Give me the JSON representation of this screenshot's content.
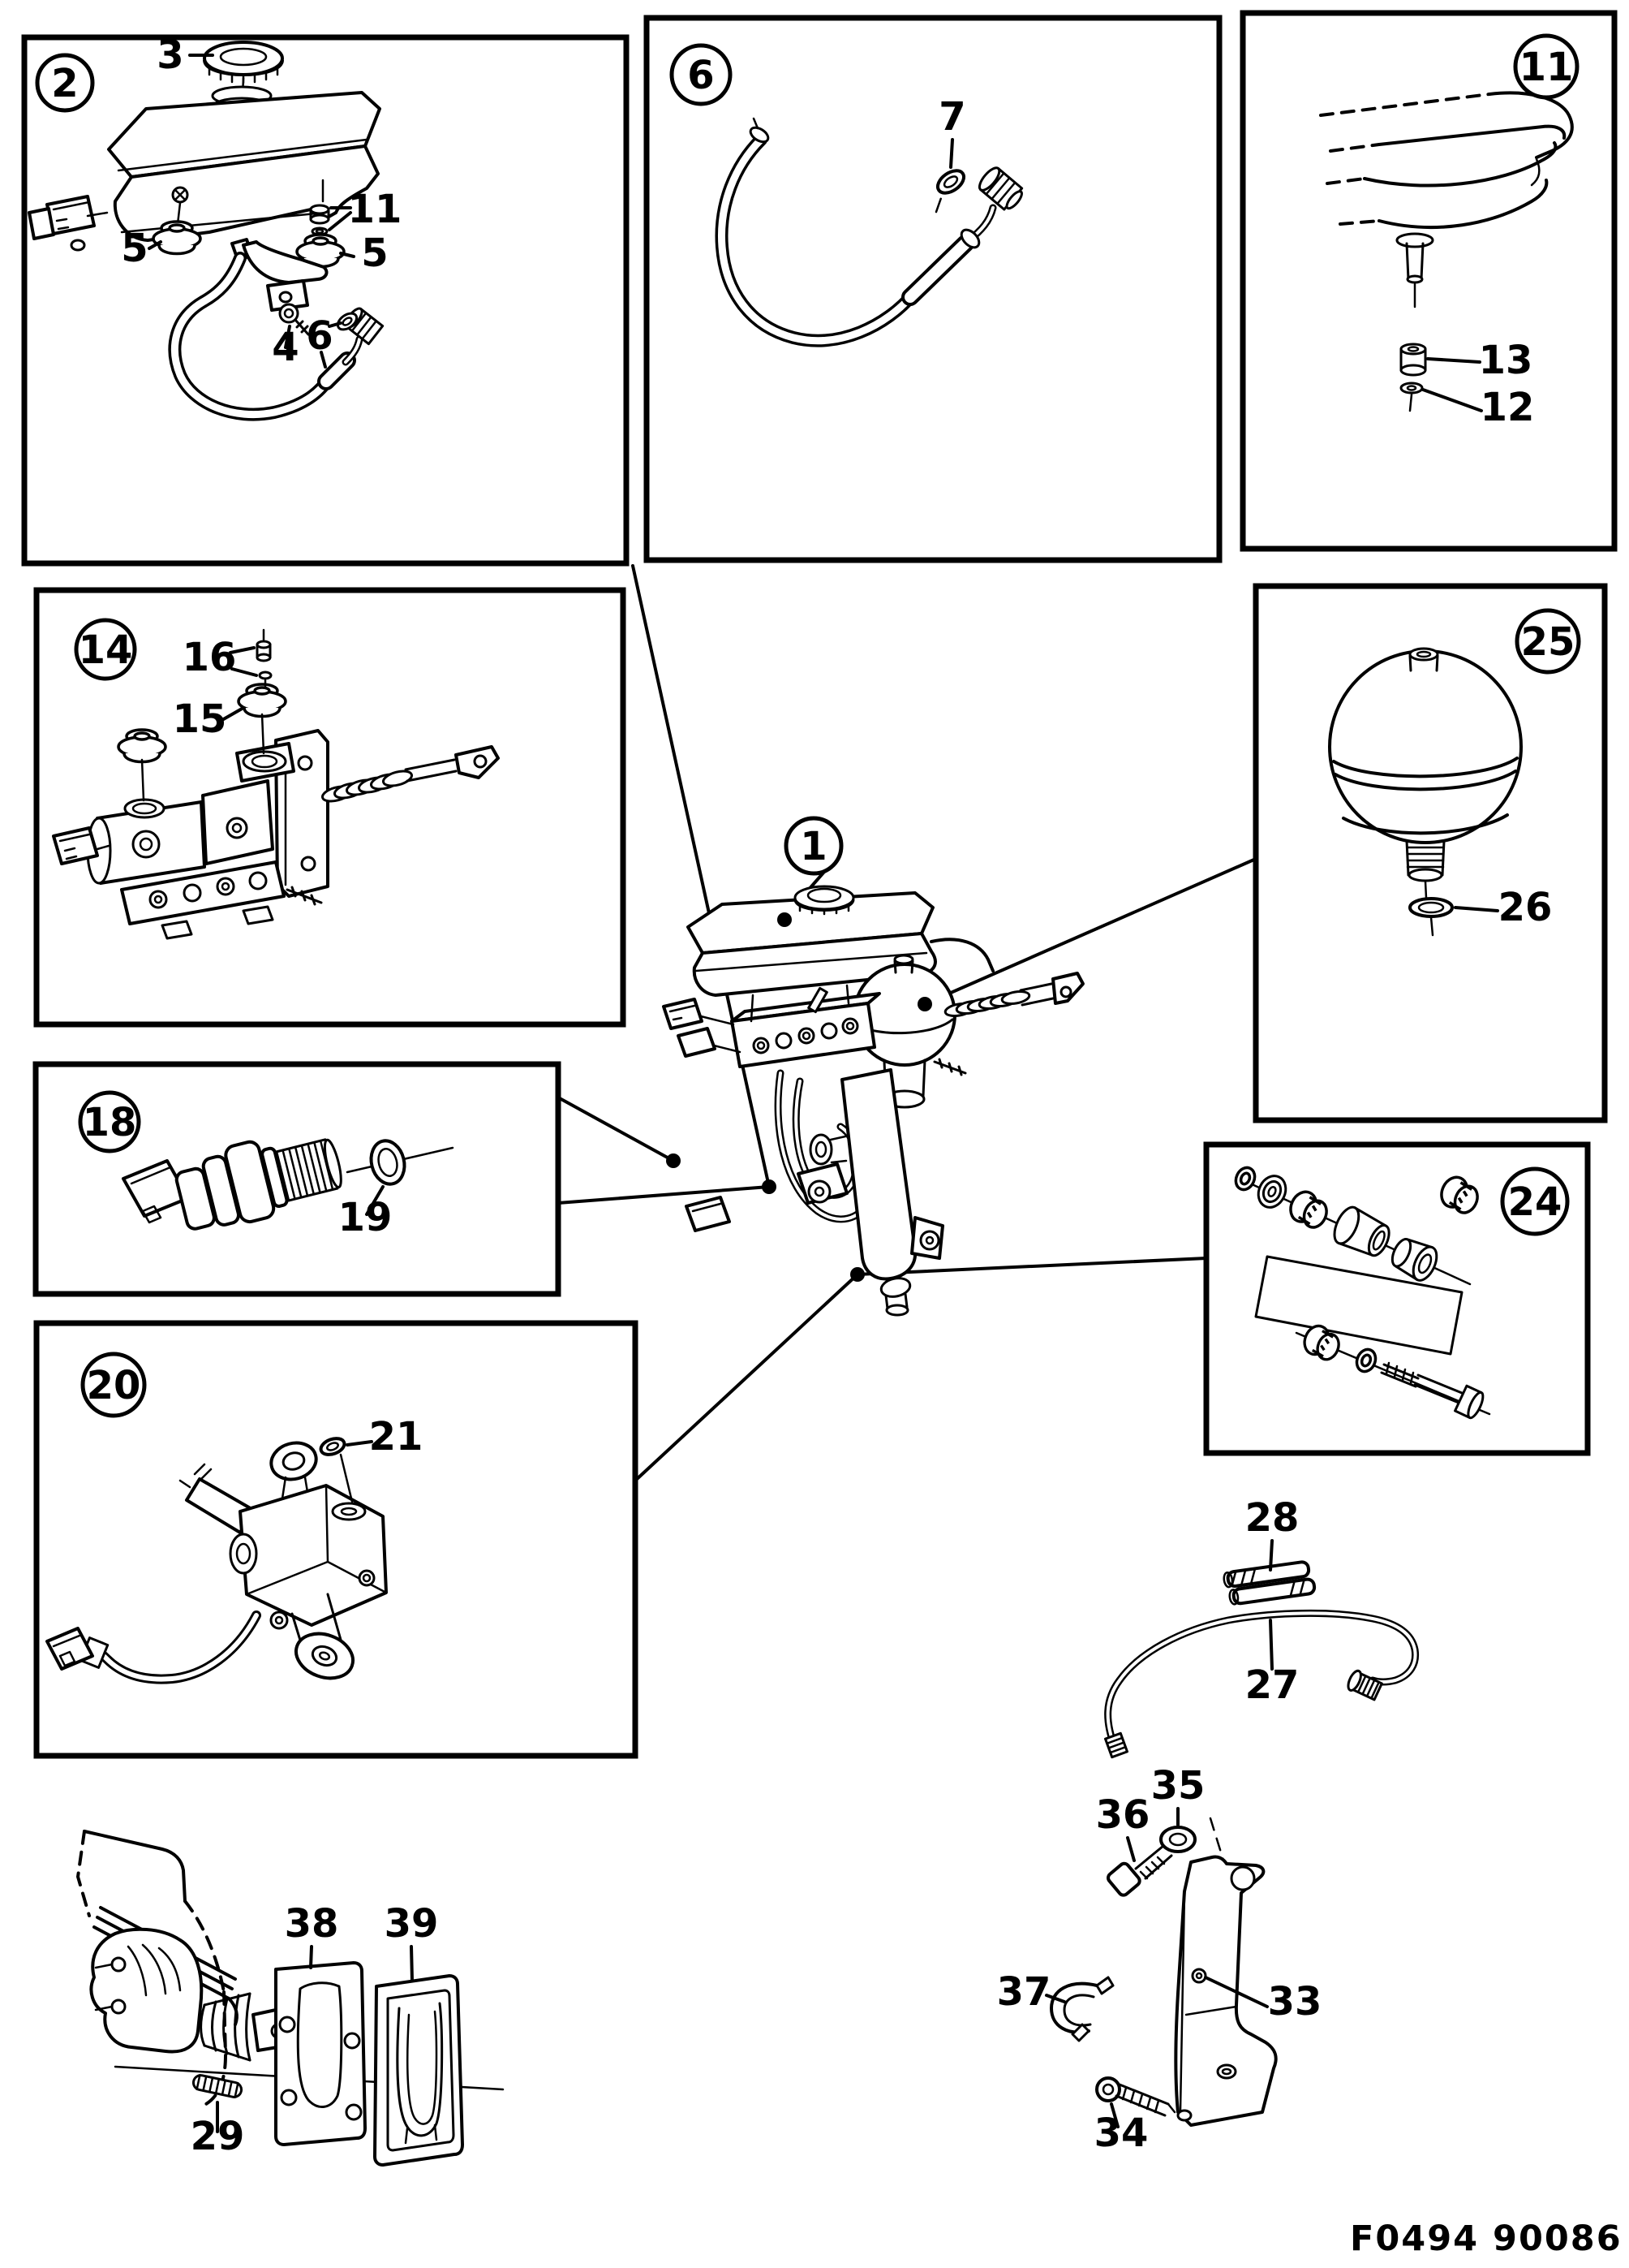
{
  "figure_code": "F0494 90086",
  "diagram": {
    "type": "exploded-parts-diagram",
    "subject": "Brake master cylinder and hydraulic unit with reservoir, accumulator, hoses and mounting parts",
    "main_assembly": {
      "number": "1"
    },
    "panels": [
      {
        "number": "2",
        "description": "fluid-reservoir-with-cap-hose-and-grommets",
        "callouts": [
          {
            "label": "3"
          },
          {
            "label": "5"
          },
          {
            "label": "11"
          },
          {
            "label": "5"
          },
          {
            "label": "4"
          },
          {
            "label": "6"
          }
        ]
      },
      {
        "number": "6",
        "description": "reservoir-hose-with-elbow-fitting",
        "callouts": [
          {
            "label": "7"
          }
        ]
      },
      {
        "number": "11",
        "description": "reservoir-underside-mounting-bush",
        "callouts": [
          {
            "label": "13"
          },
          {
            "label": "12"
          }
        ]
      },
      {
        "number": "14",
        "description": "master-cylinder-with-sealing-grommets",
        "callouts": [
          {
            "label": "16"
          },
          {
            "label": "15"
          }
        ]
      },
      {
        "number": "25",
        "description": "pressure-accumulator-sphere-with-o-ring",
        "callouts": [
          {
            "label": "26"
          }
        ]
      },
      {
        "number": "18",
        "description": "pressure-switch-with-o-ring",
        "callouts": [
          {
            "label": "19"
          }
        ]
      },
      {
        "number": "24",
        "description": "repair-kit-seals-cups-and-bolt",
        "callouts": []
      },
      {
        "number": "20",
        "description": "solenoid-valve-with-cable-and-o-ring",
        "callouts": [
          {
            "label": "21"
          }
        ]
      }
    ],
    "loose_parts": [
      {
        "label": "28"
      },
      {
        "label": "27"
      },
      {
        "label": "35"
      },
      {
        "label": "36"
      },
      {
        "label": "37"
      },
      {
        "label": "33"
      },
      {
        "label": "34"
      },
      {
        "label": "29"
      },
      {
        "label": "38"
      },
      {
        "label": "39"
      }
    ]
  }
}
